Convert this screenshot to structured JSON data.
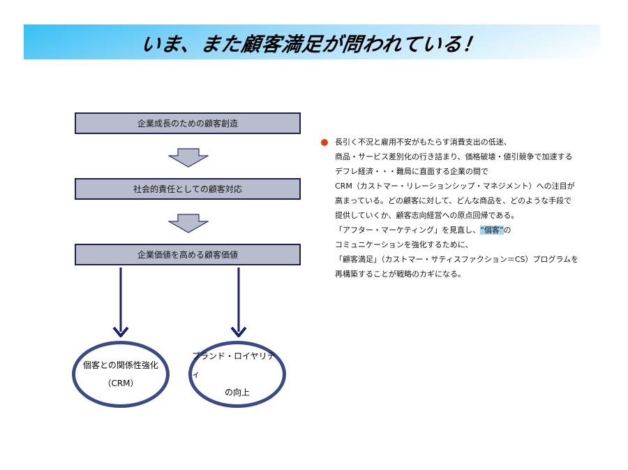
{
  "title": "いま、また顧客満足が問われている！",
  "flow": {
    "boxes": [
      "企業成長のための顧客創造",
      "社会的責任としての顧客対応",
      "企業価値を高める顧客価値"
    ],
    "outcomes": [
      {
        "line1": "個客との関係性強化",
        "line2": "（CRM）"
      },
      {
        "line1": "ブランド・ロイヤリティ",
        "line2": "の向上"
      }
    ]
  },
  "body": {
    "bullet_color": "#e0400e",
    "lines": [
      "長引く不況と雇用不安がもたらす消費支出の低迷、",
      "商品・サービス差別化の行き詰まり、価格破壊・値引競争で加速する",
      "デフレ経済・・・難局に直面する企業の間で",
      "CRM（カストマー・リレーションシップ・マネジメント）への注目が",
      "高まっている。どの顧客に対して、どんな商品を、どのような手段で",
      "提供していくか、顧客志向経営への原点回帰である。"
    ],
    "line7_pre": "「アフター・マーケティング」を見直し、",
    "line7_highlight": "“個客”",
    "line7_post": "の",
    "lines_after": [
      "コミュニケーションを強化するために、",
      "「顧客満足」（カストマー・サティスファクション＝CS）プログラムを",
      "再構築することが戦略のカギになる。"
    ]
  },
  "colors": {
    "box_fill": "#b9bccd",
    "box_border": "#1c1f4f",
    "arrow_navy": "#1a1f6e",
    "ellipse_border": "#3a4a86",
    "banner_start": "#35c0f6"
  }
}
